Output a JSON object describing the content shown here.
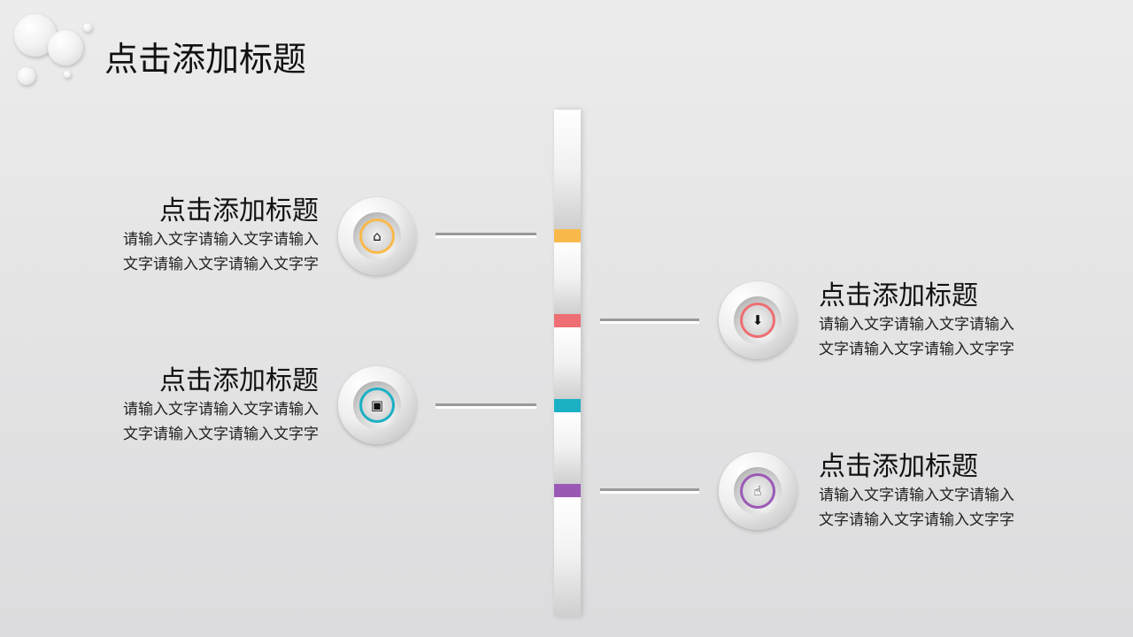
{
  "header": {
    "title": "点击添加标题"
  },
  "colors": {
    "yellow": "#f9b94a",
    "red": "#ee6e73",
    "teal": "#1bb0c4",
    "purple": "#9b59b6"
  },
  "items": [
    {
      "title": "点击添加标题",
      "line1": "请输入文字请输入文字请输入",
      "line2": "文字请输入文字请输入文字字",
      "icon": "folder-share-icon",
      "glyph": "⌂"
    },
    {
      "title": "点击添加标题",
      "line1": "请输入文字请输入文字请输入",
      "line2": "文字请输入文字请输入文字字",
      "icon": "briefcase-icon",
      "glyph": "▣"
    },
    {
      "title": "点击添加标题",
      "line1": "请输入文字请输入文字请输入",
      "line2": "文字请输入文字请输入文字字",
      "icon": "inbox-download-icon",
      "glyph": "⬇"
    },
    {
      "title": "点击添加标题",
      "line1": "请输入文字请输入文字请输入",
      "line2": "文字请输入文字请输入文字字",
      "icon": "hand-pointer-icon",
      "glyph": "☝"
    }
  ]
}
